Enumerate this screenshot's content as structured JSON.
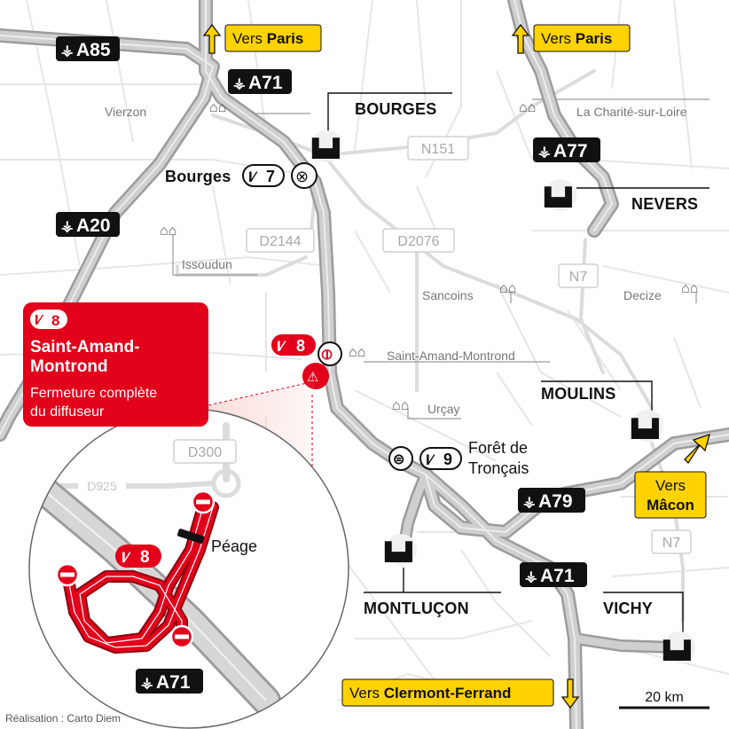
{
  "motorways": {
    "a85": "A85",
    "a71_north": "A71",
    "a20": "A20",
    "a77": "A77",
    "a79": "A79",
    "a71_south": "A71",
    "a71_inset": "A71"
  },
  "directions": {
    "paris_west": {
      "prefix": "Vers",
      "place": "Paris"
    },
    "paris_east": {
      "prefix": "Vers",
      "place": "Paris"
    },
    "macon": {
      "prefix": "Vers",
      "place": "Mâcon"
    },
    "clermont": {
      "prefix": "Vers",
      "place": "Clermont-Ferrand"
    }
  },
  "cities": {
    "bourges": "BOURGES",
    "nevers": "NEVERS",
    "moulins": "MOULINS",
    "montlucon": "MONTLUÇON",
    "vichy": "VICHY"
  },
  "towns": {
    "vierzon": "Vierzon",
    "la_charite": "La Charité-sur-Loire",
    "issoudun": "Issoudun",
    "sancoins": "Sancoins",
    "decize": "Decize",
    "saint_amand": "Saint-Amand-Montrond",
    "urcay": "Urçay"
  },
  "roads": {
    "n151": "N151",
    "d2144": "D2144",
    "d2076": "D2076",
    "n7_north": "N7",
    "n7_south": "N7",
    "d300": "D300",
    "d925": "D925"
  },
  "exits": {
    "bourges": {
      "place": "Bourges",
      "number": "7"
    },
    "saint_amand": {
      "number": "8"
    },
    "foret": {
      "number": "9",
      "place_line1": "Forêt de",
      "place_line2": "Tronçais"
    },
    "inset": {
      "number": "8"
    }
  },
  "alert": {
    "exit_number": "8",
    "title_line1": "Saint-Amand-",
    "title_line2": "Montrond",
    "detail_line1": "Fermeture complète",
    "detail_line2": "du diffuseur"
  },
  "inset": {
    "toll_label": "Péage"
  },
  "scale": {
    "label": "20 km"
  },
  "credit": {
    "prefix": "Réalisation : ",
    "author": "Carto Diem"
  },
  "colors": {
    "alert_red": "#e2001a",
    "direction_yellow": "#ffd200",
    "motorway_shield": "#111111",
    "motorway_line": "#b9b9b9"
  }
}
